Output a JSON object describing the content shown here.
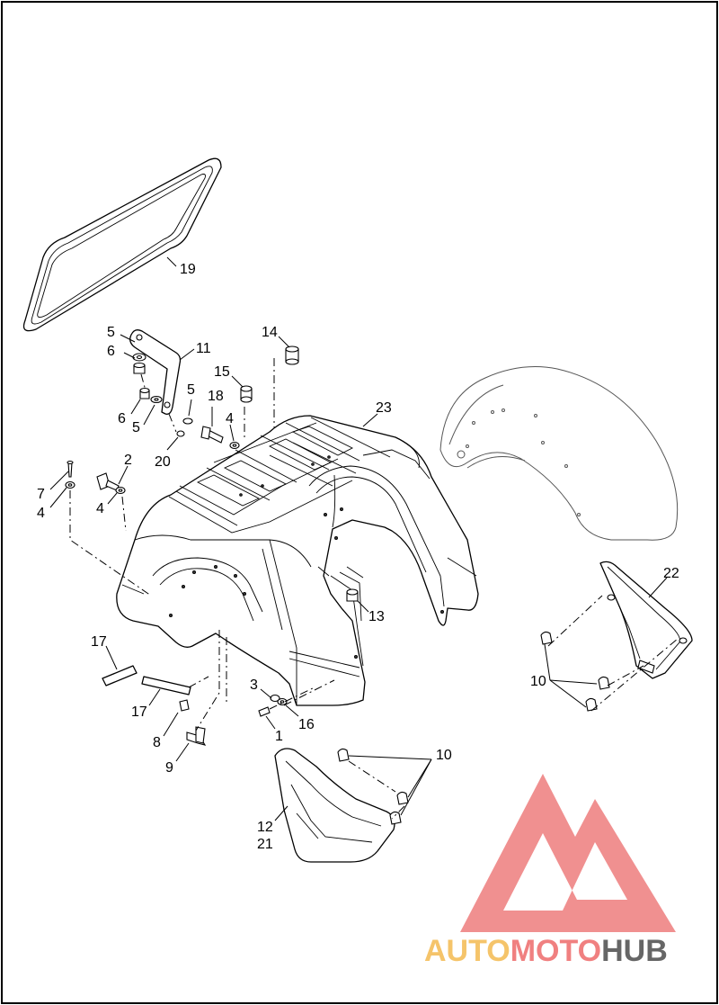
{
  "diagram": {
    "callouts": [
      {
        "id": "c19",
        "text": "19"
      },
      {
        "id": "c5a",
        "text": "5"
      },
      {
        "id": "c6a",
        "text": "6"
      },
      {
        "id": "c11",
        "text": "11"
      },
      {
        "id": "c14",
        "text": "14"
      },
      {
        "id": "c15",
        "text": "15"
      },
      {
        "id": "c5b",
        "text": "5"
      },
      {
        "id": "c18",
        "text": "18"
      },
      {
        "id": "c6b",
        "text": "6"
      },
      {
        "id": "c5c",
        "text": "5"
      },
      {
        "id": "c4a",
        "text": "4"
      },
      {
        "id": "c23",
        "text": "23"
      },
      {
        "id": "c20",
        "text": "20"
      },
      {
        "id": "c2",
        "text": "2"
      },
      {
        "id": "c7",
        "text": "7"
      },
      {
        "id": "c4b",
        "text": "4"
      },
      {
        "id": "c4c",
        "text": "4"
      },
      {
        "id": "c22",
        "text": "22"
      },
      {
        "id": "c13",
        "text": "13"
      },
      {
        "id": "c17a",
        "text": "17"
      },
      {
        "id": "c10a",
        "text": "10"
      },
      {
        "id": "c3",
        "text": "3"
      },
      {
        "id": "c16",
        "text": "16"
      },
      {
        "id": "c17b",
        "text": "17"
      },
      {
        "id": "c1",
        "text": "1"
      },
      {
        "id": "c8",
        "text": "8"
      },
      {
        "id": "c10b",
        "text": "10"
      },
      {
        "id": "c9",
        "text": "9"
      },
      {
        "id": "c12",
        "text": "12"
      },
      {
        "id": "c21",
        "text": "21"
      }
    ]
  },
  "watermark": {
    "brand_auto": "AUTO",
    "brand_moto": "MOTO",
    "brand_hub": "HUB",
    "color_auto": "#f5c46a",
    "color_moto": "#f08080",
    "color_hub": "#666666",
    "logo_color": "#f09090"
  }
}
